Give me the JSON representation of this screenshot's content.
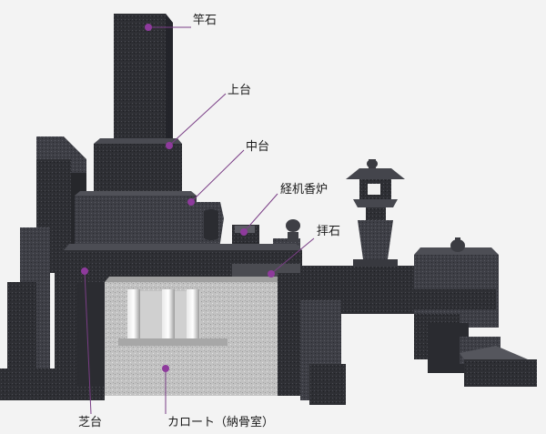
{
  "labels": {
    "saoishi": "竿石",
    "jodai": "上台",
    "chudai": "中台",
    "kyozukue": "経机香炉",
    "haiseki": "拝石",
    "shibadai": "芝台",
    "karoto": "カロート（納骨室）"
  },
  "colors": {
    "background": "#f3f3f3",
    "granite_dark": "#2d2e33",
    "granite_mid": "#3c3d43",
    "granite_light": "#54555c",
    "chamber_gray": "#bdbdbd",
    "leader_line": "#7a3e86",
    "dot": "#8e3a9c"
  }
}
